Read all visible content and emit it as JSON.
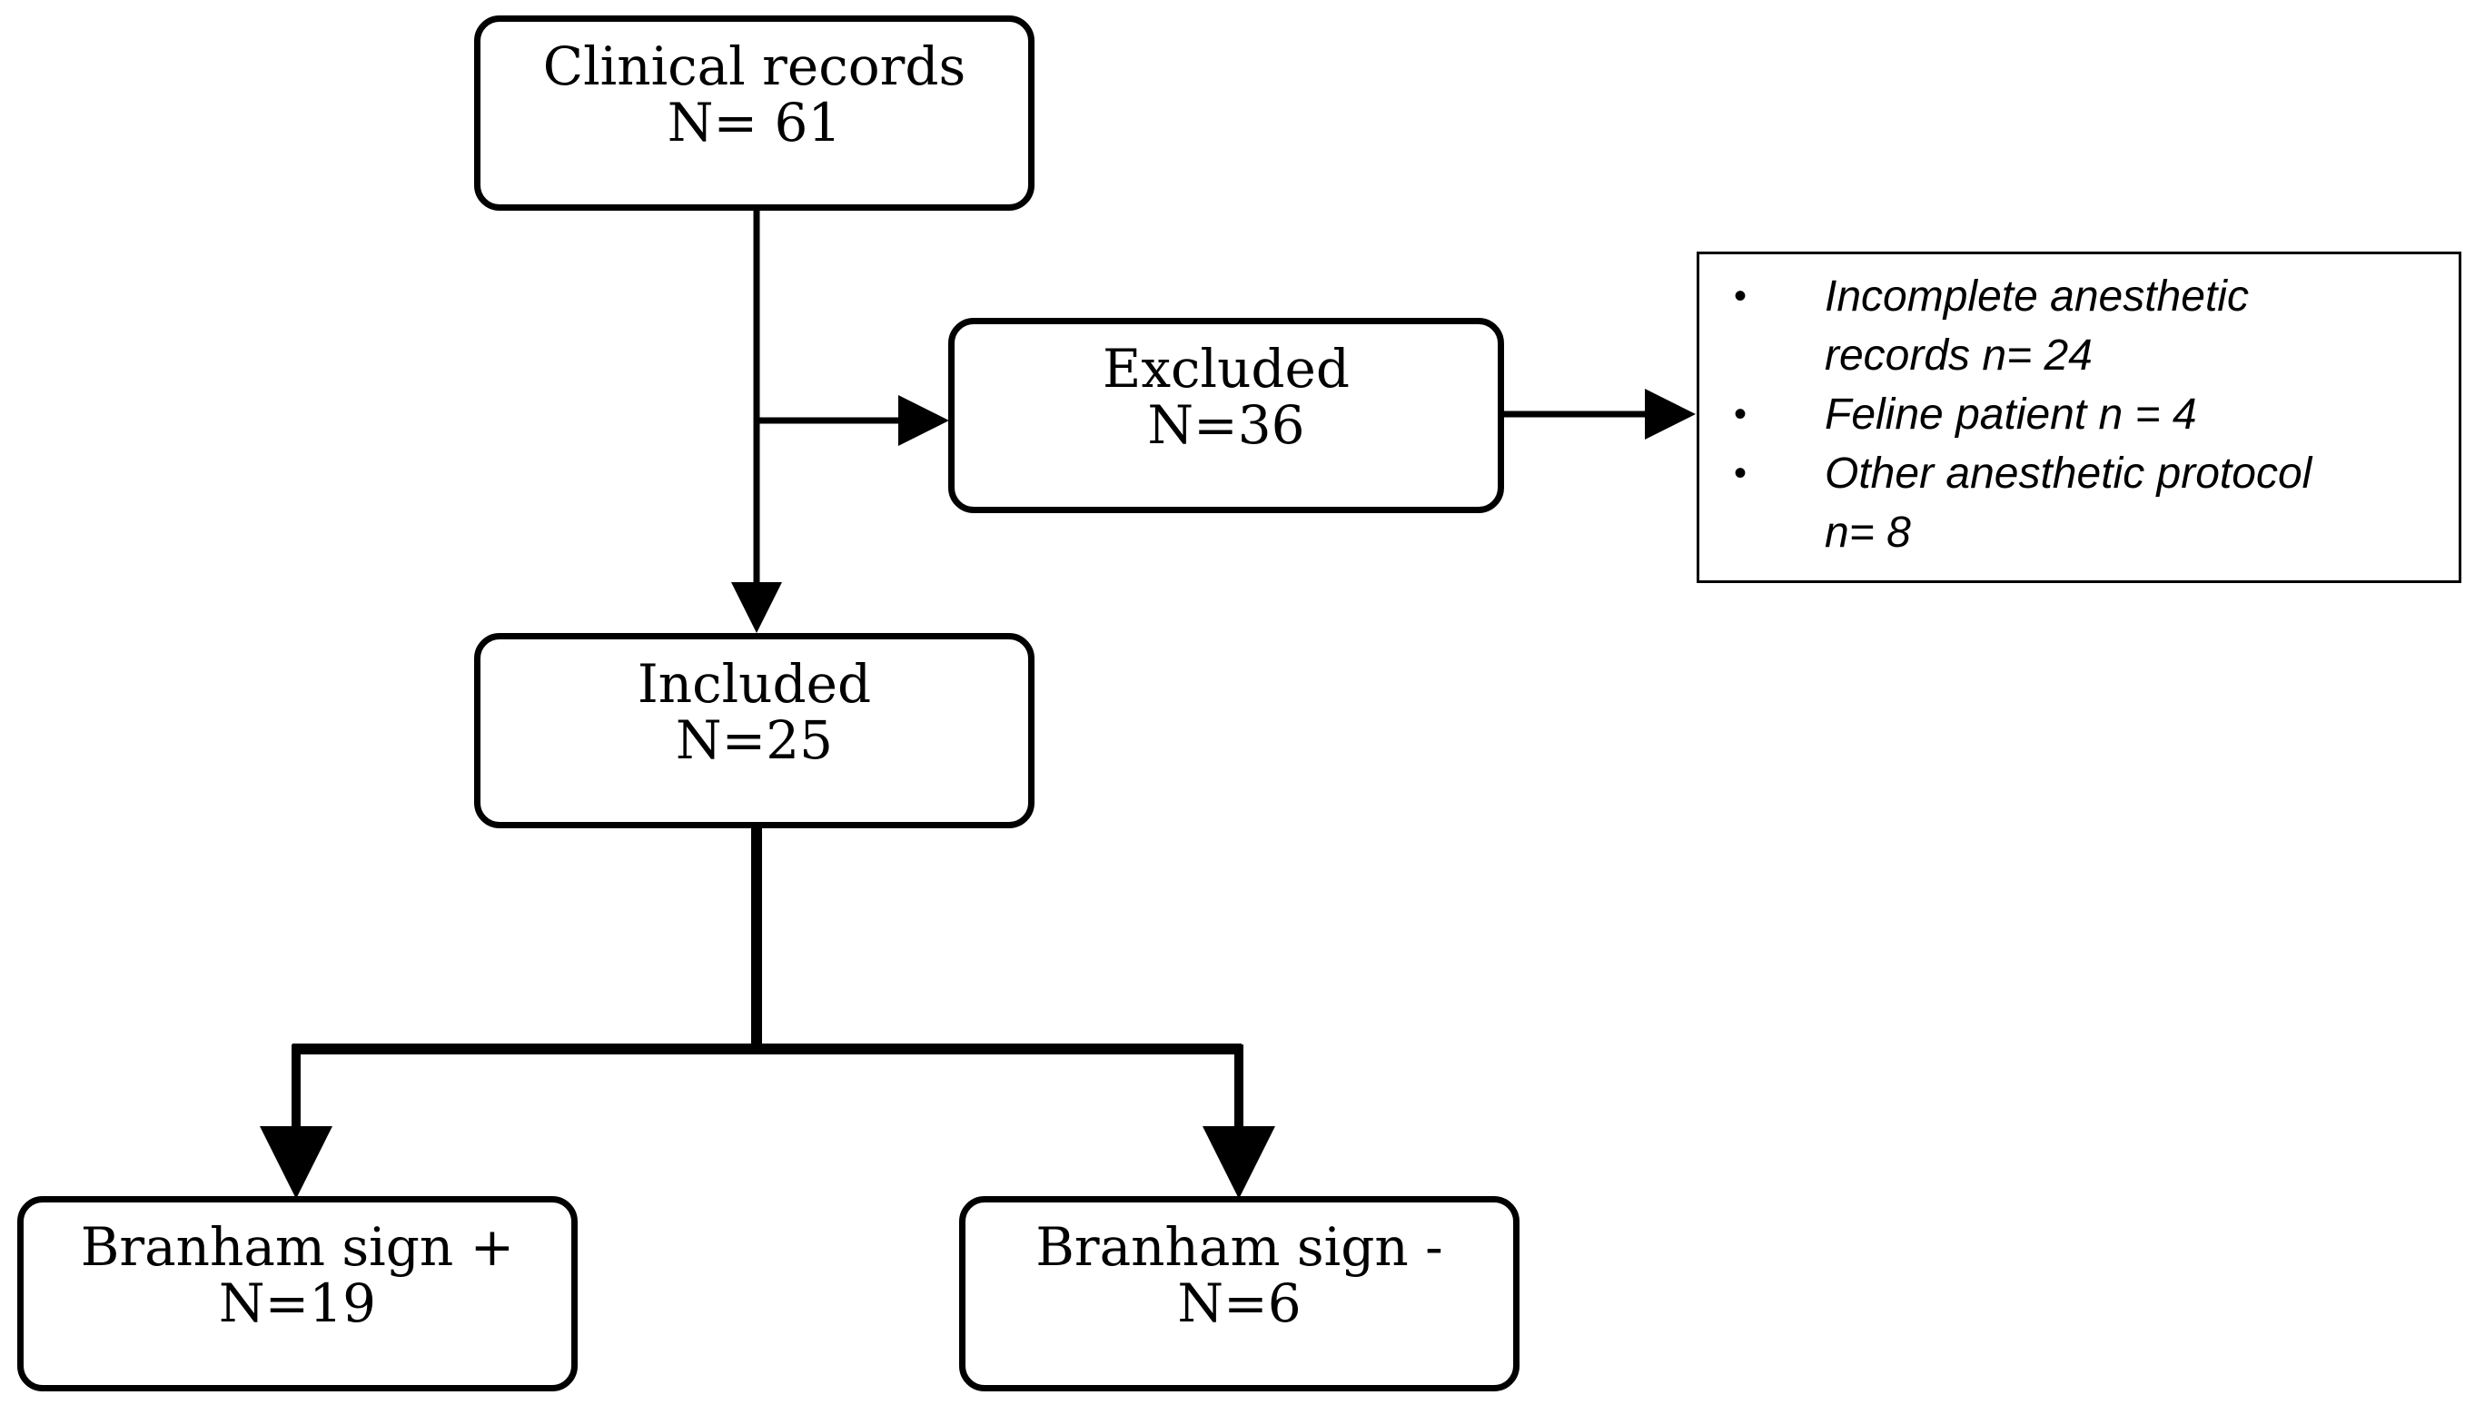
{
  "boxes": {
    "clinical_records": {
      "label": "Clinical records",
      "count": "N= 61"
    },
    "excluded": {
      "label": "Excluded",
      "count": "N=36"
    },
    "included": {
      "label": "Included",
      "count": "N=25"
    },
    "branham_positive": {
      "label": "Branham sign +",
      "count": "N=19"
    },
    "branham_negative": {
      "label": "Branham sign -",
      "count": "N=6"
    }
  },
  "exclusion_reasons": {
    "bullet_glyph": "•",
    "items": [
      {
        "lines": [
          "Incomplete anesthetic",
          "records n= 24"
        ]
      },
      {
        "lines": [
          "Feline patient n = 4"
        ]
      },
      {
        "lines": [
          "Other anesthetic protocol",
          "n= 8"
        ]
      }
    ]
  },
  "colors": {
    "stroke": "#000000",
    "background": "#ffffff"
  }
}
